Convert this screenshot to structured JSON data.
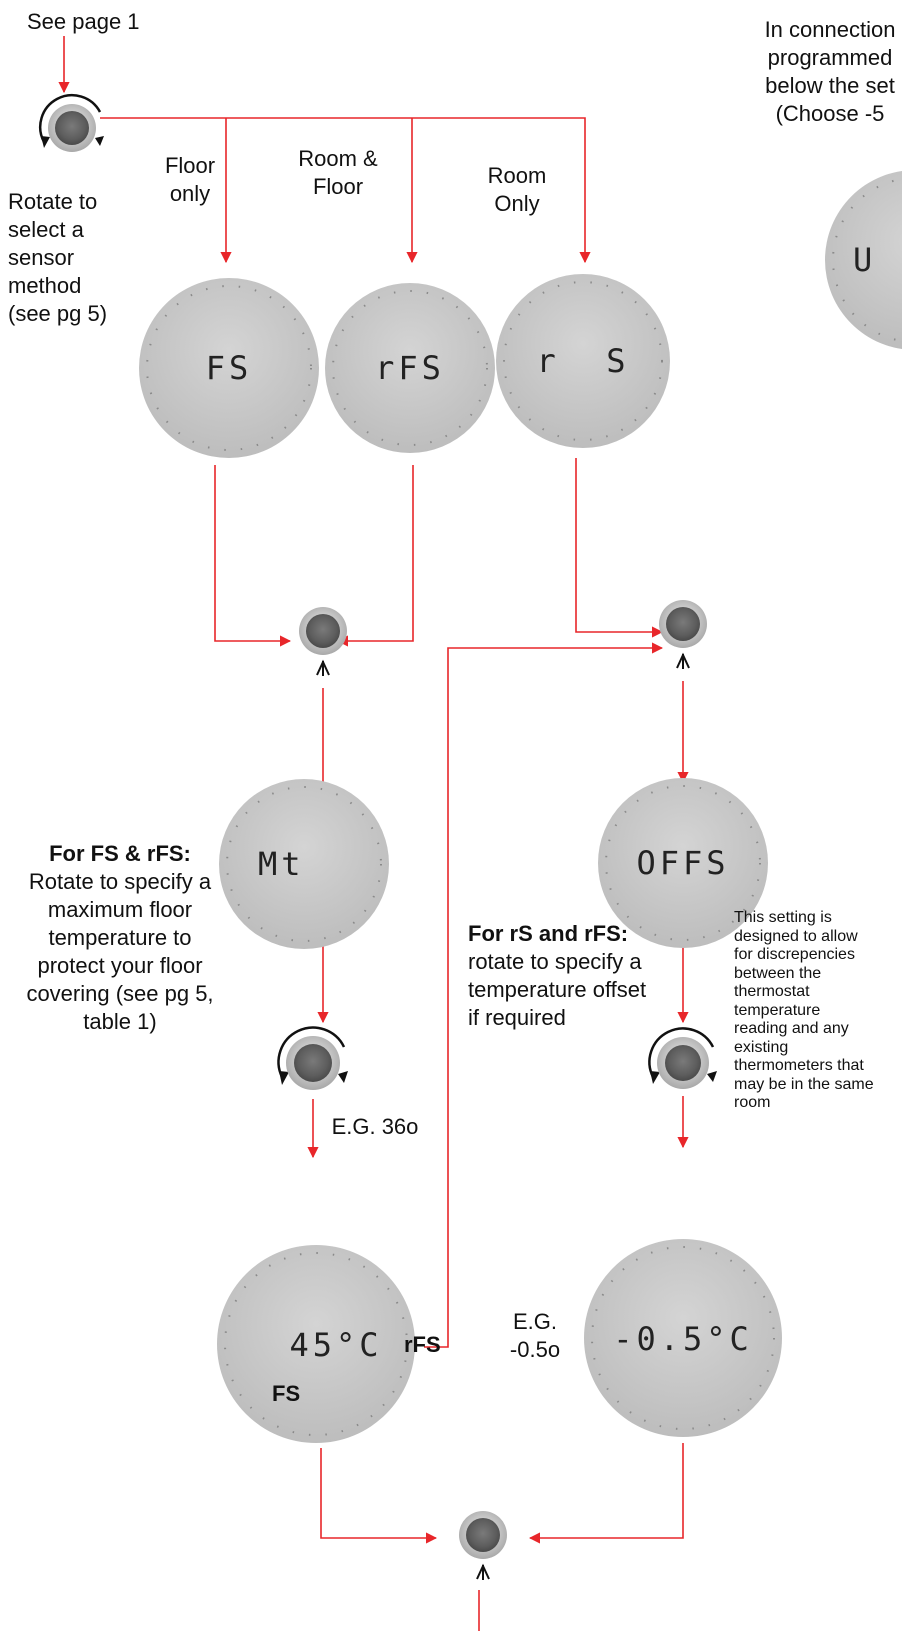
{
  "top_link": "See page 1",
  "select_instruction": "Rotate to select a sensor method (see pg 5)",
  "options": {
    "floor_only": "Floor only",
    "room_floor": "Room & Floor",
    "room_only": "Room Only"
  },
  "displays": {
    "fs": "FS",
    "rfs": "rFS",
    "rs": "r  S",
    "mt": "Mt",
    "offs": "OFFS",
    "max_temp_example": "45°C",
    "offset_example": "-0.5°C",
    "right_partial": "U"
  },
  "right_note": {
    "line1": "In connection",
    "line2": "programmed",
    "line3": "below the set",
    "line4": "(Choose -5"
  },
  "max_temp": {
    "heading": "For FS & rFS:",
    "body": "Rotate to specify a maximum floor temperature to protect your floor covering (see pg 5, table 1)",
    "example": "E.G. 36o"
  },
  "offset": {
    "heading": "For rS and rFS:",
    "body": "rotate to specify a temperature offset if required",
    "note": "This setting is designed to allow for discrepencies between the thermostat temperature reading and any existing thermometers that may be in the same room",
    "example": "E.G. -0.5o"
  },
  "path_labels": {
    "rfs": "rFS",
    "fs": "FS"
  },
  "colors": {
    "arrow": "#e8262a",
    "dial_face": "#c8c8c8",
    "knob": "#6e6e6e"
  },
  "icons": [
    "rotate-knob-icon",
    "press-knob-icon"
  ]
}
